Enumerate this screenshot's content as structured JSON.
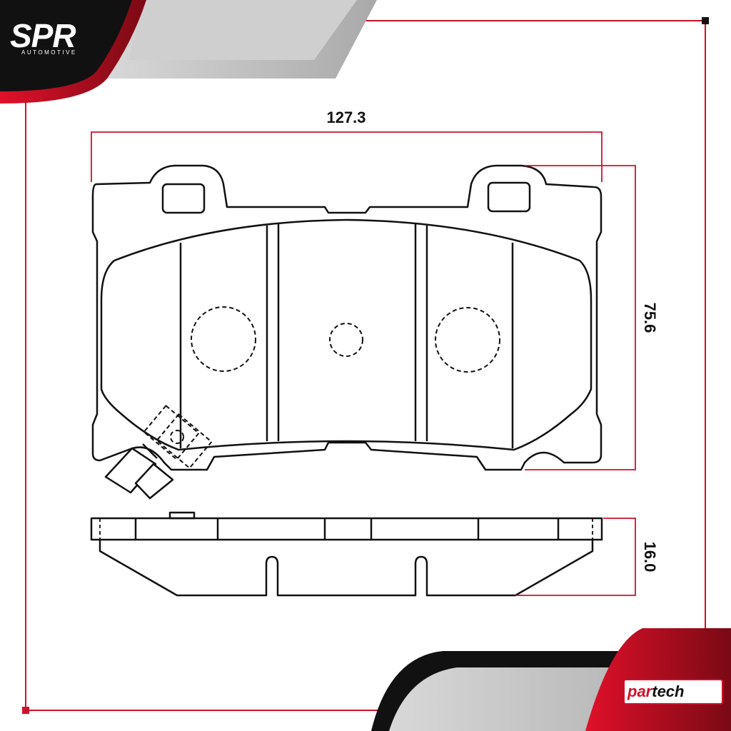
{
  "brand": {
    "top_logo": "SPR",
    "top_logo_sub": "AUTOMOTIVE",
    "bottom_logo_part1": "par",
    "bottom_logo_part2": "tech"
  },
  "dimensions": {
    "width": "127.3",
    "height": "75.6",
    "thickness": "16.0"
  },
  "colors": {
    "accent_red": "#d0102a",
    "dark": "#111111",
    "grey": "#c8c8c8"
  }
}
